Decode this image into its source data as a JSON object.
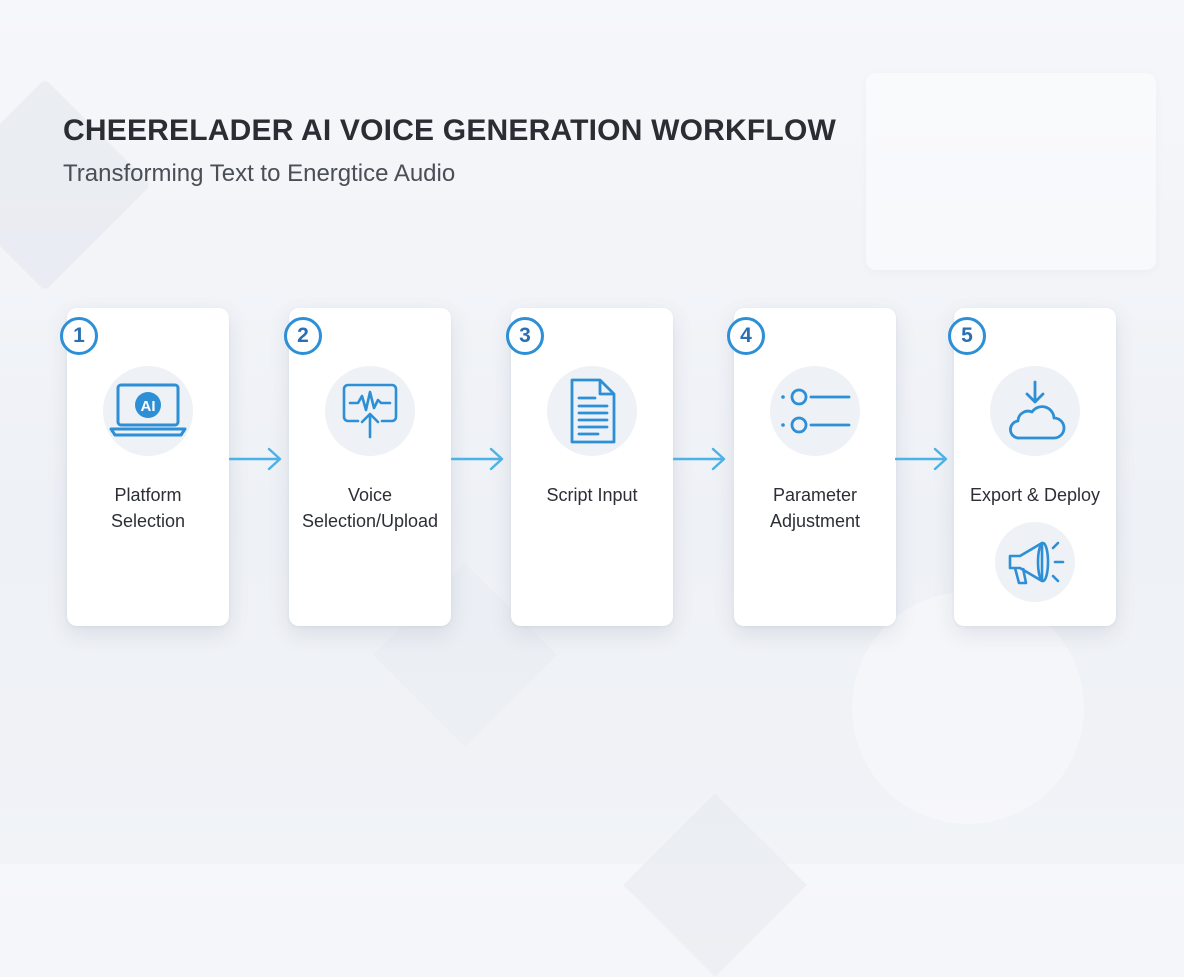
{
  "header": {
    "title": "CHEERELADER AI VOICE GENERATION WORKFLOW",
    "subtitle": "Transforming Text to Energtice Audio"
  },
  "colors": {
    "accent": "#2d8fd6",
    "arrow": "#4ab2e6",
    "card": "#ffffff",
    "text": "#2c2f35"
  },
  "steps": [
    {
      "number": "1",
      "lines": [
        "Platform",
        "Selection"
      ],
      "icon": "laptop-ai-icon",
      "icon_text": "AI"
    },
    {
      "number": "2",
      "lines": [
        "Voice",
        "Selection/Upload"
      ],
      "icon": "voice-upload-icon"
    },
    {
      "number": "3",
      "lines": [
        "Script Input"
      ],
      "icon": "document-icon"
    },
    {
      "number": "4",
      "lines": [
        "Parameter",
        "Adjustment"
      ],
      "icon": "sliders-icon"
    },
    {
      "number": "5",
      "lines": [
        "Export & Deploy"
      ],
      "icon": "cloud-download-icon",
      "extra_icon": "megaphone-icon"
    }
  ]
}
